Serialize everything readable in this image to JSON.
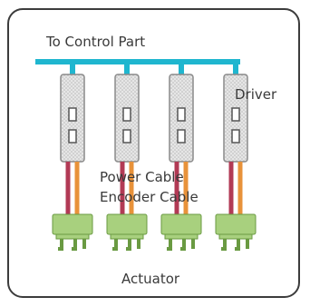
{
  "labels": {
    "bus": "To Control Part",
    "driver": "Driver",
    "power_cable": "Power Cable",
    "encoder_cable": "Encoder Cable",
    "actuator": "Actuator"
  },
  "colors": {
    "frame": "#3c3c3c",
    "bus_line": "#1fb6cf",
    "driver_fill": "#d7d7d7",
    "driver_border": "#8a8a8a",
    "power_cable": "#b23a55",
    "encoder_cable": "#e8923a",
    "actuator_fill": "#a8d07e",
    "actuator_border": "#6a9a42",
    "text": "#3a3a3a"
  },
  "unit_count": 4
}
